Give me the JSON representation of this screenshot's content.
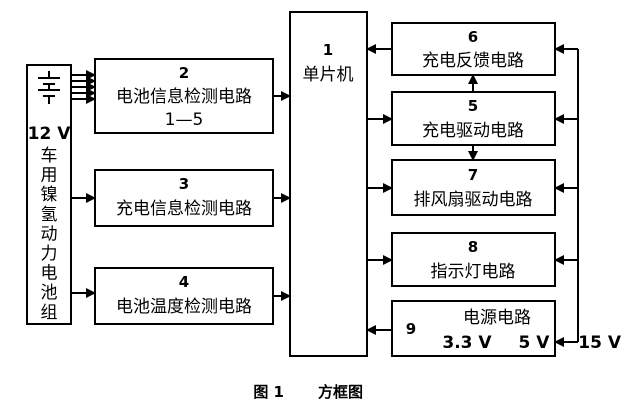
{
  "battery": {
    "voltage": "12 V",
    "name_chars": [
      "车",
      "用",
      "镍",
      "氢",
      "动",
      "力",
      "电",
      "池",
      "组"
    ]
  },
  "blocks": {
    "b2": {
      "num": "2",
      "label": "电池信息检测电路",
      "sub": "1—5"
    },
    "b3": {
      "num": "3",
      "label": "充电信息检测电路"
    },
    "b4": {
      "num": "4",
      "label": "电池温度检测电路"
    },
    "b1": {
      "num": "1",
      "label": "单片机"
    },
    "b6": {
      "num": "6",
      "label": "充电反馈电路"
    },
    "b5": {
      "num": "5",
      "label": "充电驱动电路"
    },
    "b7": {
      "num": "7",
      "label": "排风扇驱动电路"
    },
    "b8": {
      "num": "8",
      "label": "指示灯电路"
    },
    "b9": {
      "num": "9",
      "label": "电源电路",
      "out_33": "3.3 V",
      "out_5": "5 V"
    }
  },
  "supply_input": "15 V",
  "caption": {
    "figure": "图 1",
    "title": "方框图"
  }
}
